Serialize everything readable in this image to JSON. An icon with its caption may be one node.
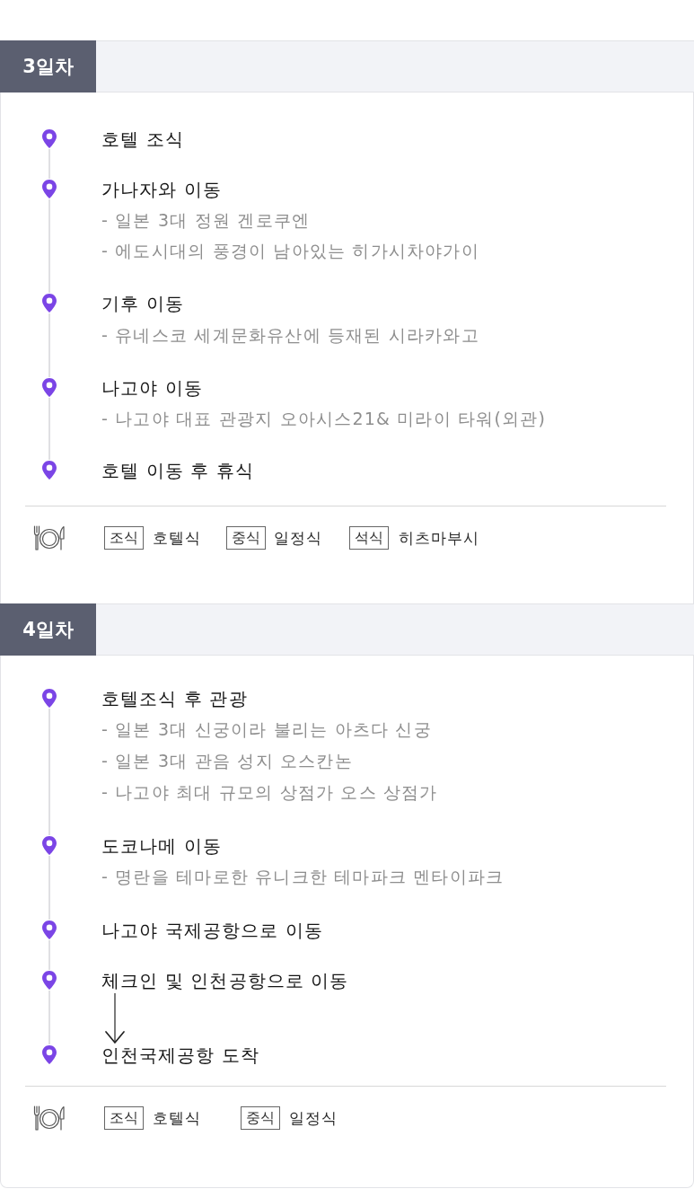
{
  "diagram": {
    "nodes": [
      {
        "text": [
          "3일차"
        ]
      },
      {
        "text": [],
        "shape": "pin"
      },
      {
        "text": [
          "호텔 조식"
        ]
      },
      {
        "text": [],
        "shape": "pin"
      },
      {
        "text": [
          "가나자와 이동",
          "- 일본 3대 정원 겐로쿠엔",
          "- 에도시대의 풍경이 남아있는 히가시차야가이"
        ]
      },
      {
        "text": [],
        "shape": "pin"
      },
      {
        "text": [
          "기후 이동",
          "- 유네스코 세계문화유산에 등재된 시라카와고"
        ]
      },
      {
        "text": [],
        "shape": "pin"
      },
      {
        "text": [
          "나고야 이동",
          "- 나고야 대표 관광지 오아시스21& 미라이 타워(외관)"
        ]
      },
      {
        "text": [],
        "shape": "pin"
      },
      {
        "text": [
          "호텔 이동 후 휴식"
        ]
      },
      {
        "text": [
          "조식"
        ],
        "beside": [
          "호텔식"
        ]
      },
      {
        "text": [
          "중식"
        ],
        "beside": [
          "일정식"
        ]
      },
      {
        "text": [
          "석식"
        ],
        "beside": [
          "히츠마부시"
        ]
      },
      {
        "text": [
          "4일차"
        ]
      },
      {
        "text": [],
        "shape": "pin"
      },
      {
        "text": [
          "호텔조식 후 관광",
          "- 일본 3대 신궁이라 불리는 아츠다 신궁",
          "- 일본 3대 관음 성지 오스칸논",
          "- 나고야 최대 규모의 상점가 오스 상점가"
        ]
      },
      {
        "text": [],
        "shape": "pin"
      },
      {
        "text": [
          "도코나메 이동",
          "- 명란을 테마로한 유니크한 테마파크 멘타이파크"
        ]
      },
      {
        "text": [],
        "shape": "pin"
      },
      {
        "text": [
          "나고야 국제공항으로 이동"
        ]
      },
      {
        "text": [],
        "shape": "pin"
      },
      {
        "text": [
          "체크인 및 인천공항으로 이동"
        ]
      },
      {
        "text": [],
        "shape": "pin"
      },
      {
        "text": [
          "인천국제공항 도착"
        ]
      },
      {
        "text": [
          "조식"
        ],
        "beside": [
          "호텔식"
        ]
      },
      {
        "text": [
          "중식"
        ],
        "beside": [
          "일정식"
        ]
      }
    ],
    "edges": [
      {
        "from": 1,
        "to": 3,
        "arrow": "none"
      },
      {
        "from": 3,
        "to": 5,
        "arrow": "none"
      },
      {
        "from": 5,
        "to": 7,
        "arrow": "none"
      },
      {
        "from": 7,
        "to": 9,
        "arrow": "none"
      },
      {
        "from": 15,
        "to": 17,
        "arrow": "none"
      },
      {
        "from": 17,
        "to": 19,
        "arrow": "none"
      },
      {
        "from": 19,
        "to": 21,
        "arrow": "none"
      },
      {
        "from": 21,
        "to": 23,
        "arrow": "none"
      },
      {
        "from": 22,
        "to": 24,
        "arrow": "to",
        "color": "#222222"
      }
    ]
  }
}
